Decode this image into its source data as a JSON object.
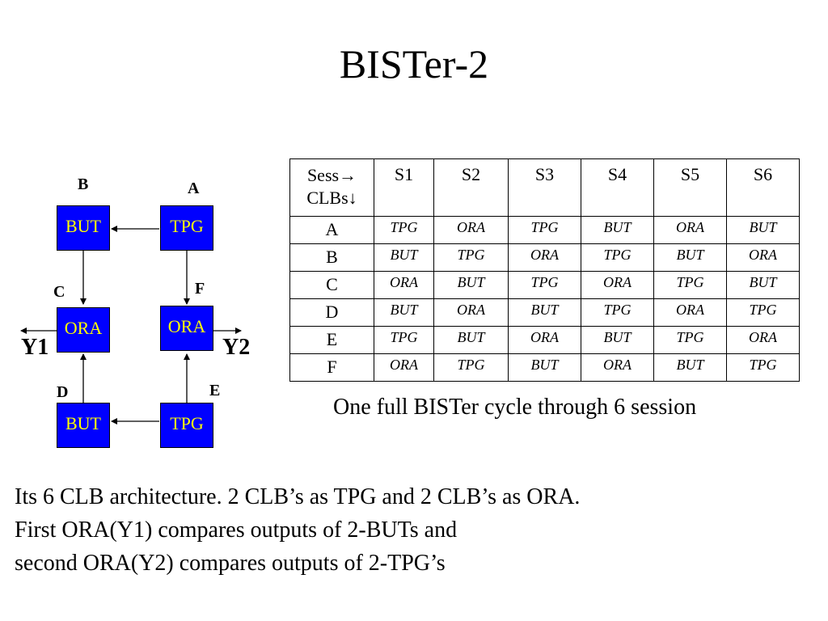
{
  "title": "BISTer-2",
  "diagram": {
    "blocks": {
      "B": "BUT",
      "A": "TPG",
      "C": "ORA",
      "F": "ORA",
      "D": "BUT",
      "E": "TPG"
    },
    "labels": {
      "A": "A",
      "B": "B",
      "C": "C",
      "D": "D",
      "E": "E",
      "F": "F"
    },
    "outputs": {
      "y1": "Y1",
      "y2": "Y2"
    }
  },
  "table": {
    "corner_top": "Sess→",
    "corner_bottom": "CLBs↓",
    "sessions": [
      "S1",
      "S2",
      "S3",
      "S4",
      "S5",
      "S6"
    ],
    "rows": [
      {
        "clb": "A",
        "cells": [
          "TPG",
          "ORA",
          "TPG",
          "BUT",
          "ORA",
          "BUT"
        ]
      },
      {
        "clb": "B",
        "cells": [
          "BUT",
          "TPG",
          "ORA",
          "TPG",
          "BUT",
          "ORA"
        ]
      },
      {
        "clb": "C",
        "cells": [
          "ORA",
          "BUT",
          "TPG",
          "ORA",
          "TPG",
          "BUT"
        ]
      },
      {
        "clb": "D",
        "cells": [
          "BUT",
          "ORA",
          "BUT",
          "TPG",
          "ORA",
          "TPG"
        ]
      },
      {
        "clb": "E",
        "cells": [
          "TPG",
          "BUT",
          "ORA",
          "BUT",
          "TPG",
          "ORA"
        ]
      },
      {
        "clb": "F",
        "cells": [
          "ORA",
          "TPG",
          "BUT",
          "ORA",
          "BUT",
          "TPG"
        ]
      }
    ]
  },
  "caption": "One full BISTer cycle through 6 session",
  "body_lines": [
    "Its 6 CLB architecture.  2 CLB’s as TPG  and 2 CLB’s as ORA.",
    "First ORA(Y1) compares outputs of 2-BUTs and",
    "second ORA(Y2) compares outputs of 2-TPG’s"
  ]
}
